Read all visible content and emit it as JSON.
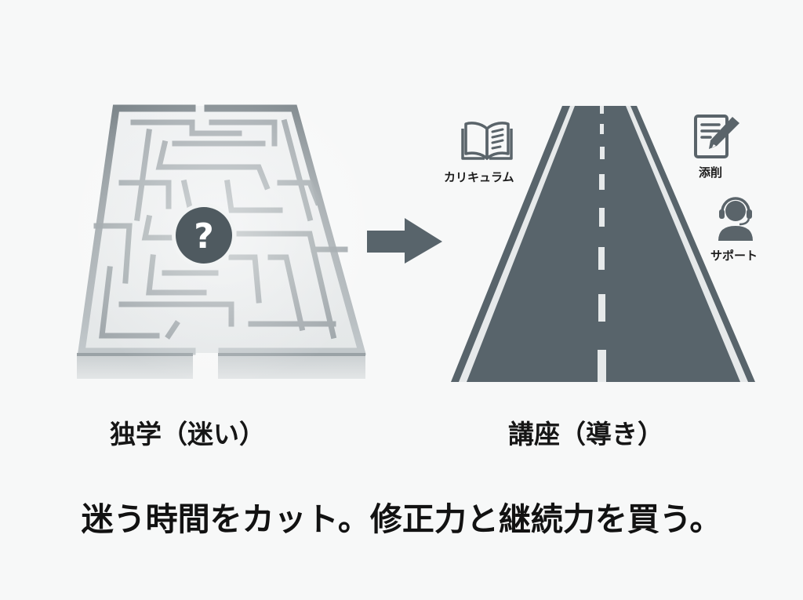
{
  "left_panel": {
    "caption": "独学（迷い）",
    "center_icon": "question-mark-icon",
    "center_symbol": "?"
  },
  "arrow": {
    "icon": "arrow-right-icon"
  },
  "right_panel": {
    "caption": "講座（導き）",
    "features": [
      {
        "label": "カリキュラム",
        "icon": "book-icon"
      },
      {
        "label": "添削",
        "icon": "edit-document-icon"
      },
      {
        "label": "サポート",
        "icon": "headset-support-icon"
      }
    ]
  },
  "tagline": "迷う時間をカット。修正力と継続力を買う。",
  "colors": {
    "background": "#f7f8f8",
    "road": "#58646b",
    "road_marking": "#e6e9ea",
    "icon": "#5a646a",
    "text": "#161616",
    "maze_light": "#e8ebec",
    "maze_dark": "#8a9398"
  }
}
